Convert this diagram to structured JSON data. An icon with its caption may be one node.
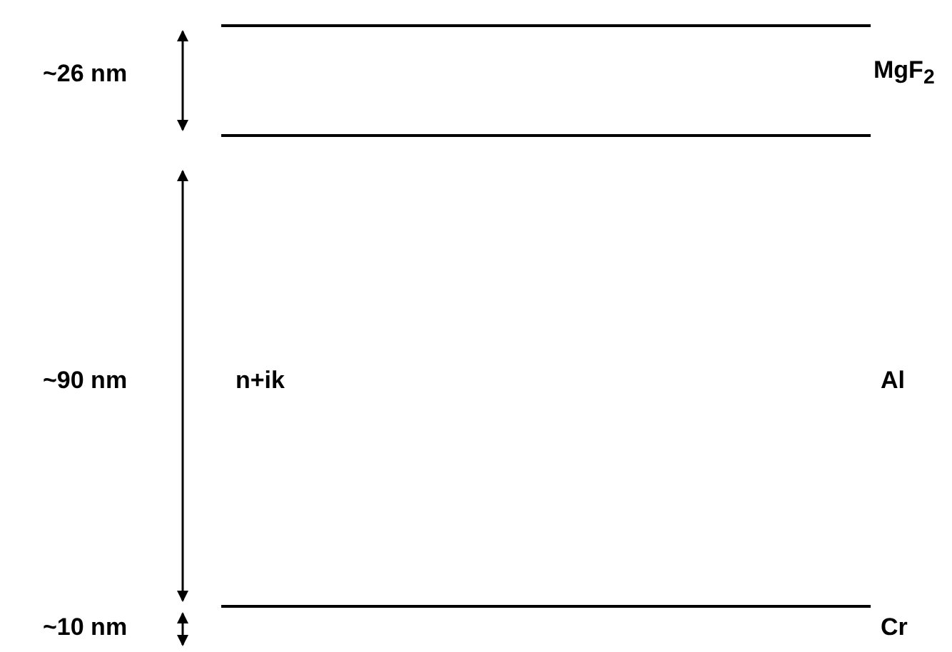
{
  "diagram": {
    "labels": [
      "~26 nm",
      "MgF$_{2}$",
      "~90 nm",
      "n+ik",
      "Al",
      "~10 nm",
      "Cr"
    ]
  }
}
